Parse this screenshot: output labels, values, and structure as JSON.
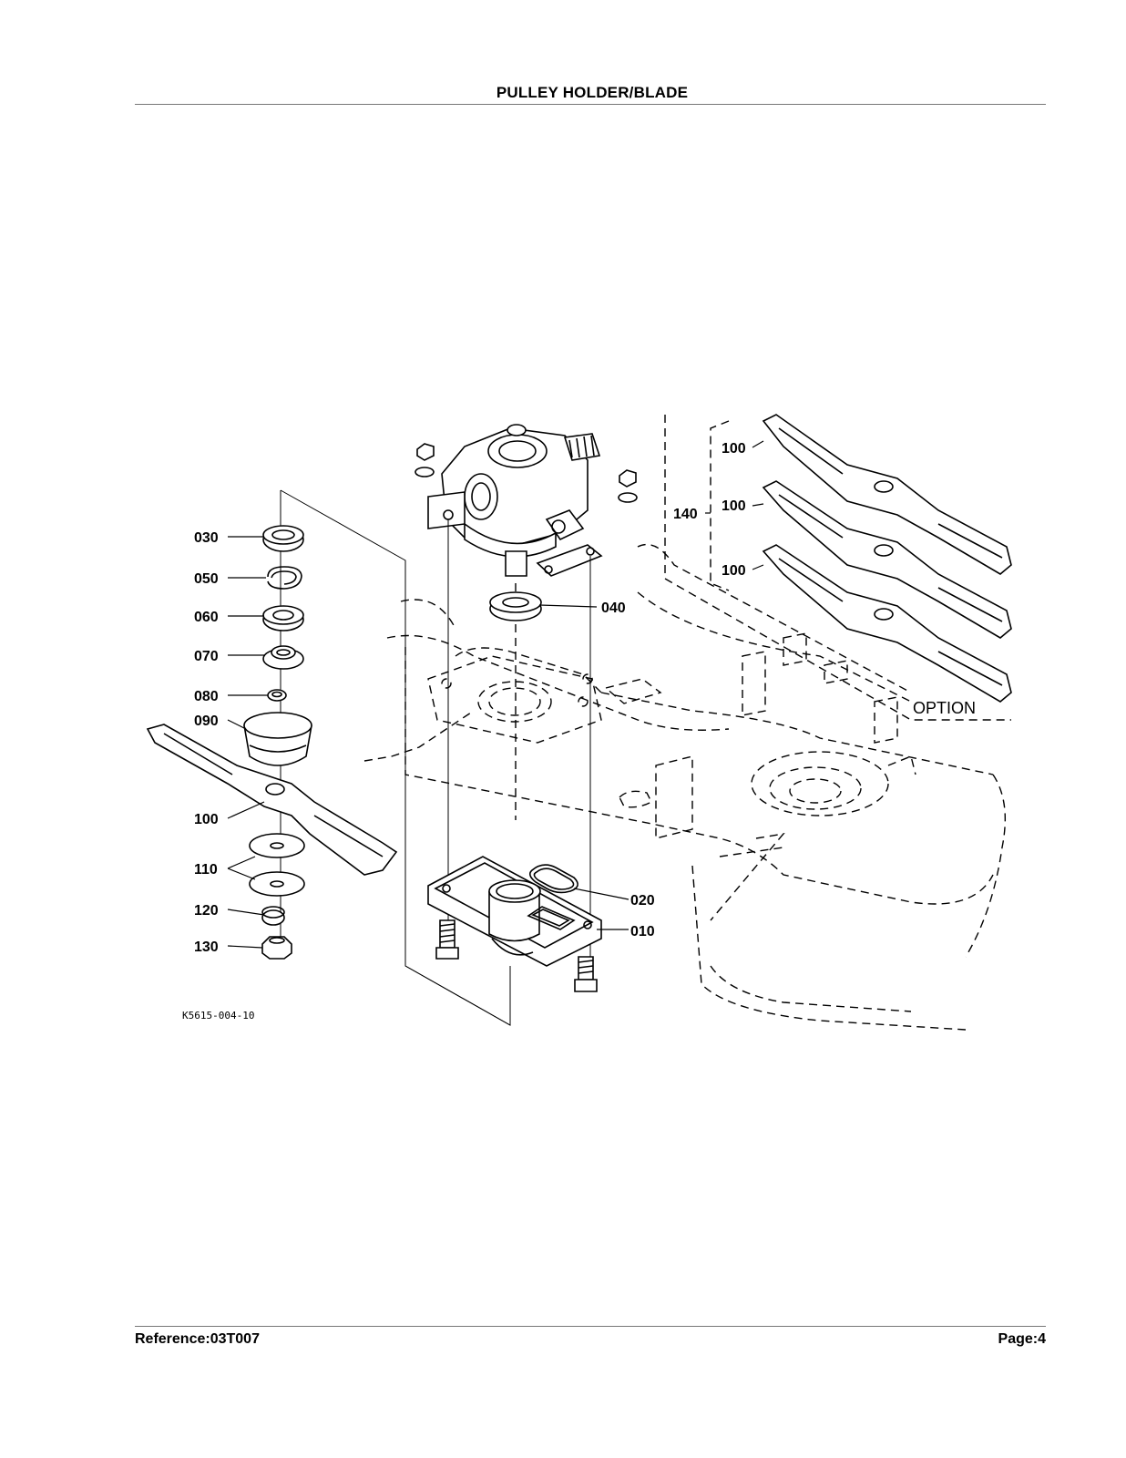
{
  "page": {
    "title": "PULLEY HOLDER/BLADE",
    "reference": "Reference:03T007",
    "page_number": "Page:4"
  },
  "diagram": {
    "drawing_code": "K5615-004-10",
    "option_label": "OPTION",
    "callouts": {
      "c030": "030",
      "c050": "050",
      "c060": "060",
      "c070": "070",
      "c080": "080",
      "c090": "090",
      "c100": "100",
      "c110": "110",
      "c120": "120",
      "c130": "130",
      "c040": "040",
      "c020": "020",
      "c010": "010",
      "c140": "140",
      "opt100a": "100",
      "opt100b": "100",
      "opt100c": "100"
    }
  }
}
